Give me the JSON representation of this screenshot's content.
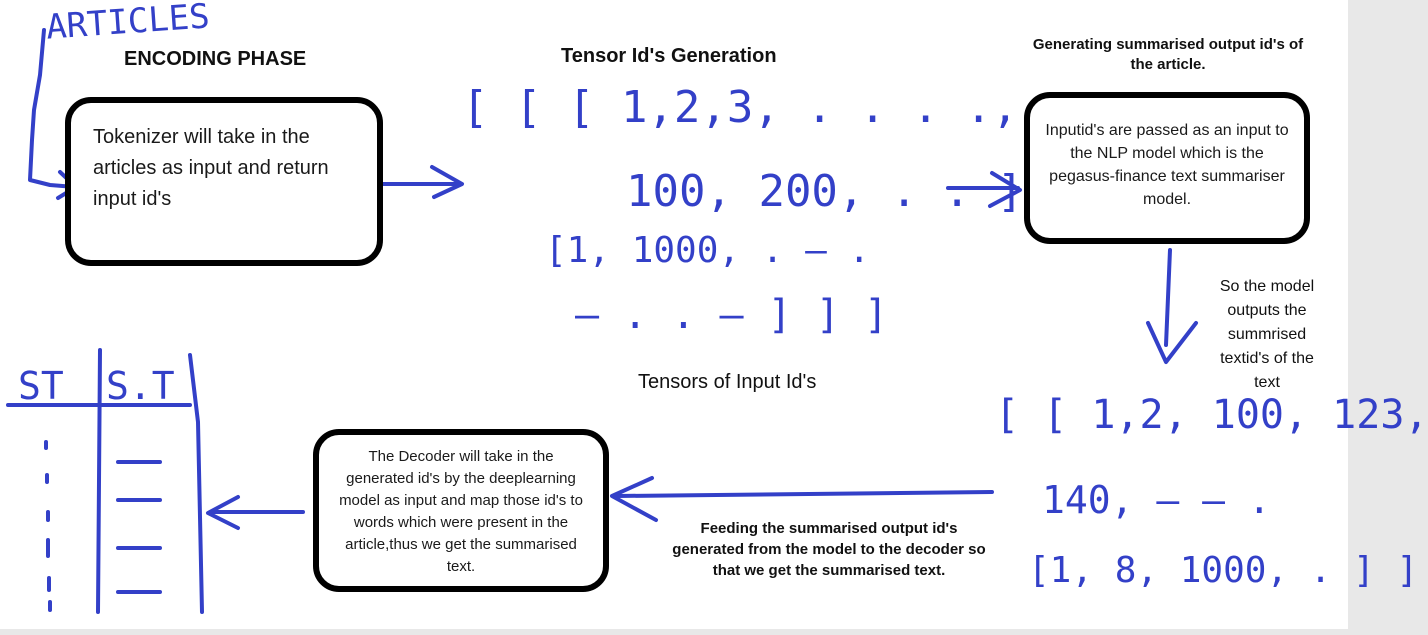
{
  "colors": {
    "ink": "#3340c8",
    "box_border": "#000000",
    "background": "#ffffff"
  },
  "handwriting": {
    "articles": "ARTICLES",
    "tensor_line1": "[ [ [ 1,2,3, . . . .,",
    "tensor_line2": "100, 200, . . ]",
    "tensor_line3": "[1, 1000, . — .",
    "tensor_line4": "— . . — ] ] ]",
    "output_line1": "[ [ 1,2, 100, 123,",
    "output_line2": "140, — — .",
    "output_line3": "[1, 8, 1000, . ] ]",
    "table_header_left": "ST",
    "table_header_right": "S.T"
  },
  "encoding": {
    "heading": "ENCODING PHASE",
    "box_text": "Tokenizer will take in the articles as input and return input id's"
  },
  "tensor": {
    "heading": "Tensor Id's Generation",
    "caption": "Tensors of Input Id's"
  },
  "model": {
    "heading": "Generating summarised output id's of the article.",
    "box_text": "Inputid's are passed as an input to the NLP model which is the pegasus-finance text summariser model."
  },
  "model_output": {
    "caption": "So the model outputs the summrised textid's of the text"
  },
  "decoder": {
    "box_text": "The Decoder will take in the generated id's by the deeplearning model as input and map those id's to words which were present in the article,thus we get the summarised text."
  },
  "feeding": {
    "caption": "Feeding the summarised output id's generated from the model to the decoder so that we get the summarised text."
  }
}
